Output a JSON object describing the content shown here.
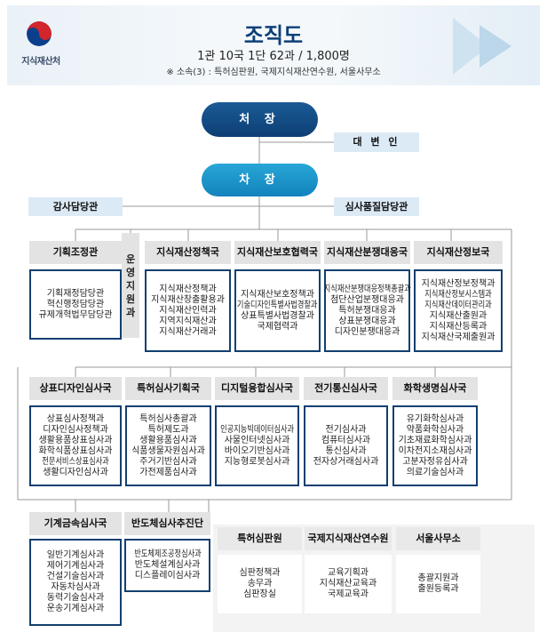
{
  "header": {
    "logo_text": "지식재산처",
    "title": "조직도",
    "subtitle": "1관 10국 1단 62과 / 1,800명",
    "affiliates": "※ 소속(3) : 특허심판원, 국제지식재산연수원, 서울사무소"
  },
  "top": {
    "chief": "처 장",
    "spokesperson": "대 변 인",
    "vice": "차 장",
    "audit": "감사담당관",
    "quality": "심사품질담당관"
  },
  "operations": [
    "운",
    "영",
    "지",
    "원",
    "과"
  ],
  "row1": [
    {
      "name": "기획조정관",
      "units": [
        "기획재정담당관",
        "혁신행정담당관",
        "규제개혁법무담당관"
      ]
    },
    {
      "name": "지식재산정책국",
      "units": [
        "지식재산정책과",
        "지식재산창출활용과",
        "지식재산인력과",
        "지역지식재산과",
        "지식재산거래과"
      ]
    },
    {
      "name": "지식재산보호협력국",
      "units": [
        "지식재산보호정책과",
        "기술디자인특별사법경찰과",
        "상표특별사법경찰과",
        "국제협력과"
      ]
    },
    {
      "name": "지식재산분쟁대응국",
      "units": [
        "지식재산분쟁대응정책총괄과",
        "첨단산업분쟁대응과",
        "특허분쟁대응과",
        "상표분쟁대응과",
        "디자인분쟁대응과"
      ]
    },
    {
      "name": "지식재산정보국",
      "units": [
        "지식재산정보정책과",
        "지식재산정보시스템과",
        "지식재산데이터관리과",
        "지식재산출원과",
        "지식재산등록과",
        "지식재산국제출원과"
      ]
    }
  ],
  "row2": [
    {
      "name": "상표디자인심사국",
      "units": [
        "상표심사정책과",
        "디자인심사정책과",
        "생활용품상표심사과",
        "화학식품상표심사과",
        "전문서비스상표심사과",
        "생활디자인심사과"
      ]
    },
    {
      "name": "특허심사기획국",
      "units": [
        "특허심사총괄과",
        "특허제도과",
        "생활용품심사과",
        "식품생물자원심사과",
        "주거기반심사과",
        "가전제품심사과"
      ]
    },
    {
      "name": "디지털융합심사국",
      "units": [
        "인공지능빅데이터심사과",
        "사물인터넷심사과",
        "바이오기반심사과",
        "지능형로봇심사과"
      ]
    },
    {
      "name": "전기통신심사국",
      "units": [
        "전기심사과",
        "컴퓨터심사과",
        "통신심사과",
        "전자상거래심사과"
      ]
    },
    {
      "name": "화학생명심사국",
      "units": [
        "유기화학심사과",
        "약품화학심사과",
        "기초재료화학심사과",
        "이차전지소재심사과",
        "고분자정유심사과",
        "의료기술심사과"
      ]
    }
  ],
  "row3": [
    {
      "name": "기계금속심사국",
      "units": [
        "일반기계심사과",
        "제어기계심사과",
        "건설기술심사과",
        "자동차심사과",
        "동력기술심사과",
        "운송기계심사과"
      ]
    },
    {
      "name": "반도체심사추진단",
      "units": [
        "반도체제조공정심사과",
        "반도체설계심사과",
        "디스플레이심사과"
      ]
    }
  ],
  "affiliated": [
    {
      "name": "특허심판원",
      "units": [
        "심판정책과",
        "송무과",
        "심판장실"
      ]
    },
    {
      "name": "국제지식재산연수원",
      "units": [
        "교육기획과",
        "지식재산교육과",
        "국제교육과"
      ]
    },
    {
      "name": "서울사무소",
      "units": [
        "총괄지원과",
        "출원등록과"
      ]
    }
  ],
  "colors": {
    "primary": "#0e3f74",
    "vice": "#1a94cb",
    "label_bg": "#dceaf6",
    "dept_bg": "#e3e3e3"
  }
}
